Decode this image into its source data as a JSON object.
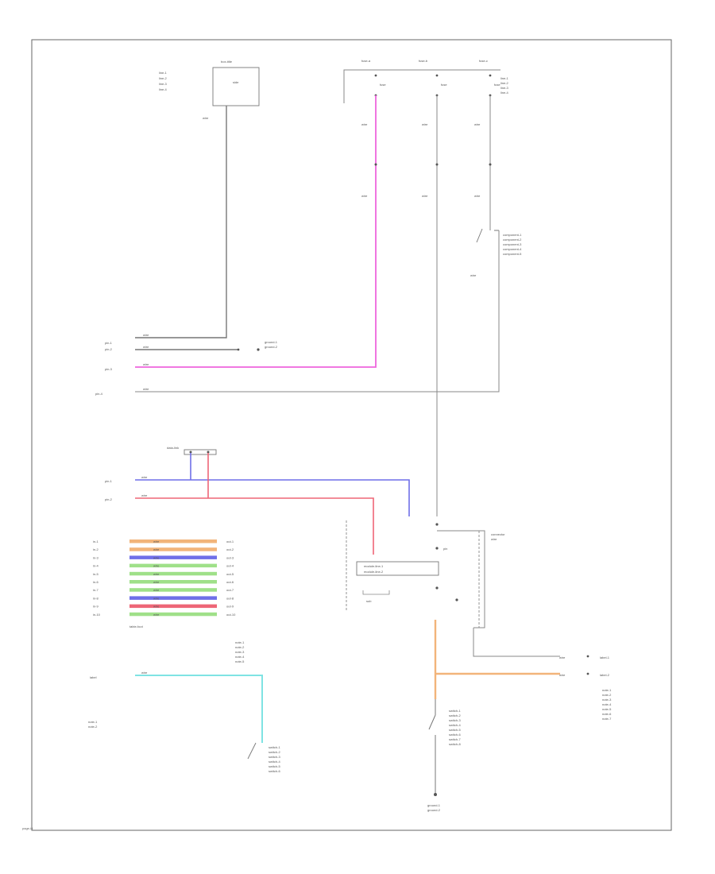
{
  "page": {
    "id": "page-id"
  },
  "colors": {
    "pink": "#ee66dd",
    "blue": "#6f6fe8",
    "red": "#ee6677",
    "orange": "#f2b47a",
    "cyan": "#7fe3e3",
    "green": "#9fe089",
    "gray": "#777777",
    "frame": "#666666"
  },
  "top_boxes": {
    "left_box": {
      "title": "box-title",
      "lines": [
        "line-1",
        "line-2",
        "line-3",
        "line-4"
      ],
      "side": "side"
    },
    "fuse_a": {
      "title": "fuse-a",
      "sub": "fuse"
    },
    "fuse_b": {
      "title": "fuse-b",
      "sub": "fuse"
    },
    "fuse_c": {
      "title": "fuse-c",
      "sub": "fuse",
      "lines": [
        "line-1",
        "line-2",
        "line-3",
        "line-4"
      ]
    }
  },
  "wire_labels": {
    "left_drop": "wire",
    "pink_drop": "wire",
    "mid_drop": "wire",
    "right_drop": "wire",
    "pink_mid": "wire",
    "mid_mid": "wire",
    "right_mid": "wire"
  },
  "right_component": {
    "lines": [
      "component-1",
      "component-2",
      "component-3",
      "component-4",
      "component-5"
    ],
    "wire": "wire"
  },
  "left_inputs": [
    {
      "name": "pin-1",
      "wire": "wire"
    },
    {
      "name": "pin-2",
      "wire": "wire"
    },
    {
      "name": "pin-3",
      "wire": "wire"
    },
    {
      "name": "pin-4",
      "wire": "wire"
    }
  ],
  "ground_note": {
    "lines": [
      "ground-1",
      "ground-2"
    ]
  },
  "data_link": {
    "title": "data-link",
    "left1": "pin-1",
    "left2": "pin-2",
    "w1": "wire",
    "w2": "wire"
  },
  "connector_table": {
    "rows": [
      {
        "left": "in-1",
        "wire": "wire",
        "right": "out-1",
        "color": "orange"
      },
      {
        "left": "in-2",
        "wire": "wire",
        "right": "out-2",
        "color": "orange"
      },
      {
        "left": "in-3",
        "wire": "wire",
        "right": "out-3",
        "color": "blue"
      },
      {
        "left": "in-4",
        "wire": "wire",
        "right": "out-4",
        "color": "green"
      },
      {
        "left": "in-5",
        "wire": "wire",
        "right": "out-5",
        "color": "green"
      },
      {
        "left": "in-6",
        "wire": "wire",
        "right": "out-6",
        "color": "green"
      },
      {
        "left": "in-7",
        "wire": "wire",
        "right": "out-7",
        "color": "green"
      },
      {
        "left": "in-8",
        "wire": "wire",
        "right": "out-8",
        "color": "blue"
      },
      {
        "left": "in-9",
        "wire": "wire",
        "right": "out-9",
        "color": "red"
      },
      {
        "left": "in-10",
        "wire": "wire",
        "right": "out-10",
        "color": "green"
      }
    ],
    "footer": "table-foot"
  },
  "center_module": {
    "line1": "module-line-1",
    "line2": "module-line-2",
    "sub": "sub",
    "pin": "pin"
  },
  "right_connector": {
    "title1": "connector",
    "title2": "wire"
  },
  "bottom_right": {
    "w1": "wire",
    "w2": "wire",
    "lbl1": "label-1",
    "lbl2": "label-2",
    "lines": [
      "note-1",
      "note-2",
      "note-3",
      "note-4",
      "note-5",
      "note-6",
      "note-7"
    ]
  },
  "cyan_section": {
    "left": "label",
    "wire": "wire",
    "top_lines": [
      "note-1",
      "note-2",
      "note-3",
      "note-4",
      "note-5"
    ],
    "left_note": [
      "note-1",
      "note-2"
    ],
    "switch_lines": [
      "switch-1",
      "switch-2",
      "switch-3",
      "switch-4",
      "switch-5",
      "switch-6"
    ]
  },
  "bottom_switch": {
    "lines": [
      "switch-1",
      "switch-2",
      "switch-3",
      "switch-4",
      "switch-5",
      "switch-6",
      "switch-7",
      "switch-8"
    ],
    "ground": [
      "ground-1",
      "ground-2"
    ]
  }
}
